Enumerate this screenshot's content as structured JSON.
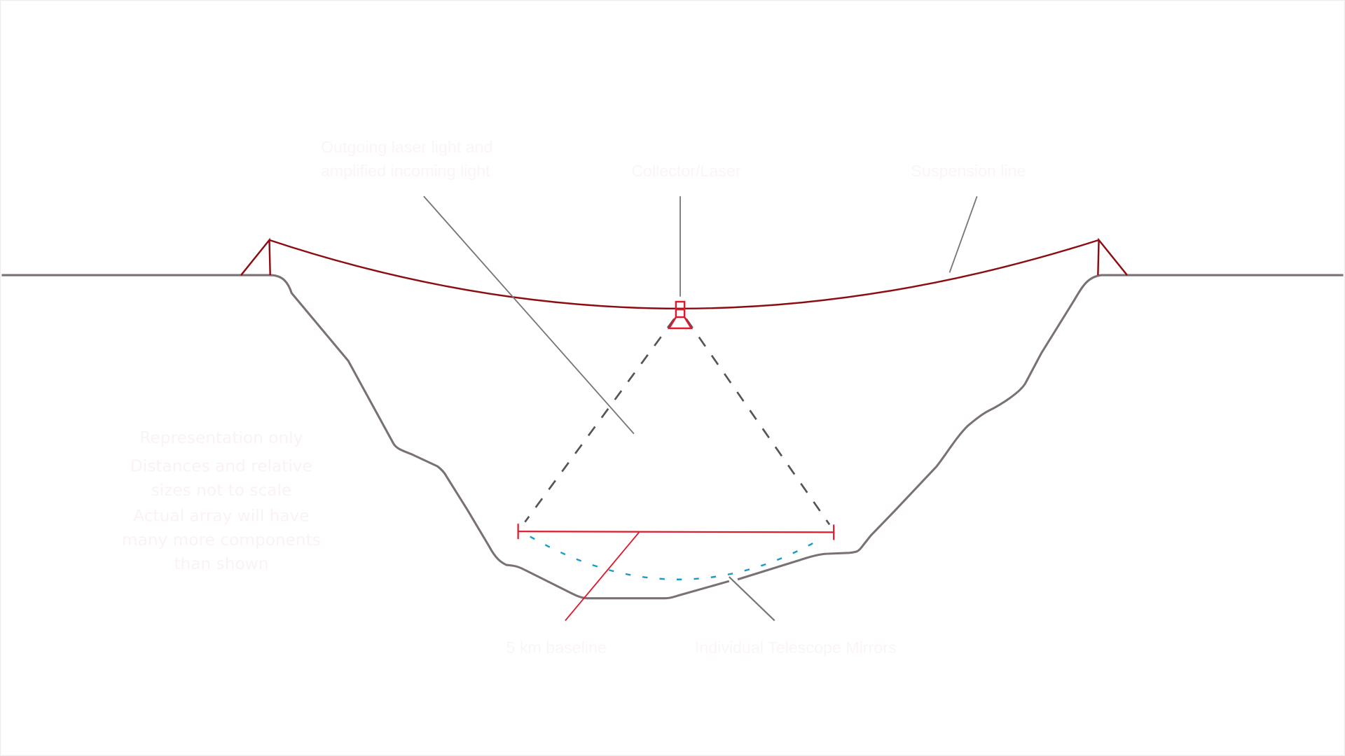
{
  "labels": {
    "beam_line1": "Outgoing laser light and",
    "beam_line2": "amplified incoming light",
    "collector": "Collector/Laser",
    "suspension": "Suspension line",
    "baseline": "5 km baseline",
    "mirrors": "Individual Telescope Mirrors"
  },
  "note": {
    "line1": "Representation only",
    "line2": "Distances and relative",
    "line3": "sizes not to scale",
    "line4": "Actual array will have",
    "line5": "many more components",
    "line6": "than shown"
  },
  "colors": {
    "terrain": "#7a7174",
    "suspension": "#8b0d12",
    "collector": "#e0182e",
    "beam": "#555555",
    "mirror_arc": "#1a9cc8",
    "text": "#fbf5f5"
  }
}
